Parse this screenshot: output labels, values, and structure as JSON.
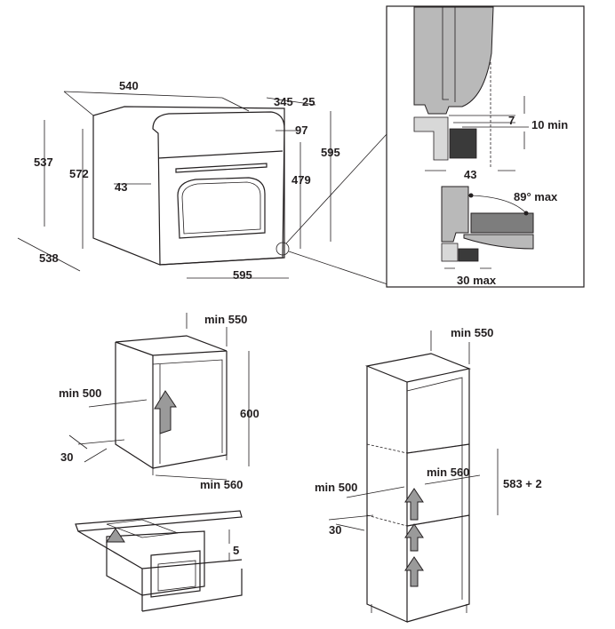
{
  "oven_dimensions": {
    "width_top": "540",
    "depth_a": "345",
    "depth_b": "25",
    "door_top": "97",
    "height_total": "537",
    "height_inner": "572",
    "height_right": "595",
    "height_door": "479",
    "side_offset": "43",
    "depth_bottom": "538",
    "width_bottom": "595"
  },
  "detail_inset": {
    "gap": "7",
    "clearance": "10 min",
    "offset": "43",
    "door_angle": "89° max",
    "overhang": "30 max"
  },
  "undercounter_cabinet": {
    "depth": "min 550",
    "vent_depth": "min 500",
    "height": "600",
    "rear_gap": "30",
    "width": "min 560"
  },
  "column_cabinet": {
    "depth": "min 550",
    "width": "min 560",
    "niche_height": "583 + 2",
    "vent_depth": "min 500",
    "rear_gap": "30"
  },
  "worktop_detail": {
    "gap": "5"
  }
}
